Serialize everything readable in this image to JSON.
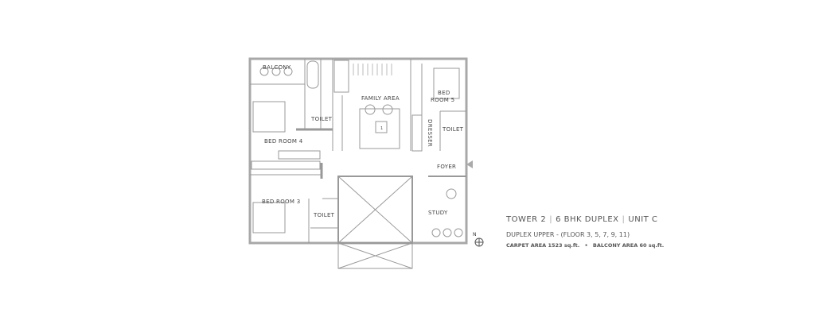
{
  "plan": {
    "rooms": {
      "balcony": "BALCONY",
      "family_area": "FAMILY AREA",
      "bed_room_5_line1": "BED",
      "bed_room_5_line2": "ROOM 5",
      "toilet_1": "TOILET",
      "toilet_2": "TOILET",
      "toilet_3": "TOILET",
      "bed_room_4": "BED ROOM 4",
      "dresser": "DRESSER",
      "foyer": "FOYER",
      "bed_room_3": "BED ROOM 3",
      "study": "STUDY"
    },
    "compass_label": "N",
    "table_number": "1",
    "wall_color": "#9a9a9a",
    "line_color": "#888888"
  },
  "info": {
    "tower": "TOWER 2",
    "type": "6 BHK DUPLEX",
    "unit": "UNIT C",
    "separator": "|",
    "floors": "DUPLEX UPPER - (FLOOR 3, 5, 7, 9, 11)",
    "carpet_area": "CARPET AREA 1523 sq.ft.",
    "bullet": "•",
    "balcony_area": "BALCONY AREA 60 sq.ft."
  }
}
